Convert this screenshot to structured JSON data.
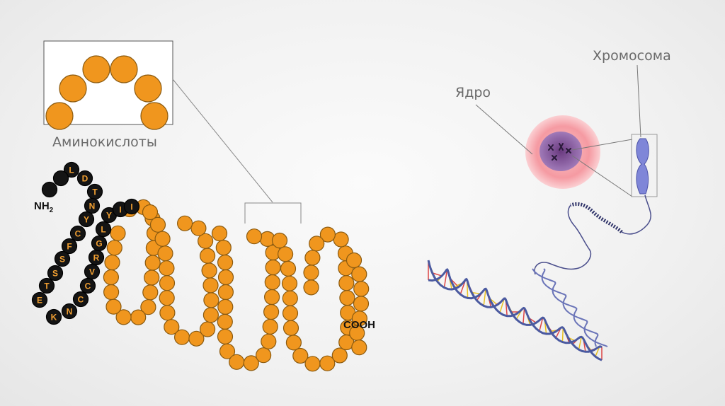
{
  "labels": {
    "amino_acids": "Аминокислоты",
    "nucleus": "Ядро",
    "chromosome": "Хромосома",
    "n_terminus": "NH",
    "n_terminus_sub": "2",
    "c_terminus": "COOH"
  },
  "sequence_letters": [
    "L",
    "D",
    "T",
    "N",
    "Y",
    "C",
    "F",
    "S",
    "S",
    "T",
    "E",
    "K",
    "N",
    "C",
    "C",
    "V",
    "R",
    "G",
    "L",
    "Y",
    "I",
    "I"
  ],
  "colors": {
    "bead_orange": "#f0961e",
    "bead_outline": "#8a5a10",
    "bead_black": "#141414",
    "letter_orange": "#f2a032",
    "nucleus_outer": "#f7a5ab",
    "nucleus_inner": "#8a4f9a",
    "dna_blue": "#4b5aa0",
    "chromosome_blue": "#7f86d8"
  }
}
